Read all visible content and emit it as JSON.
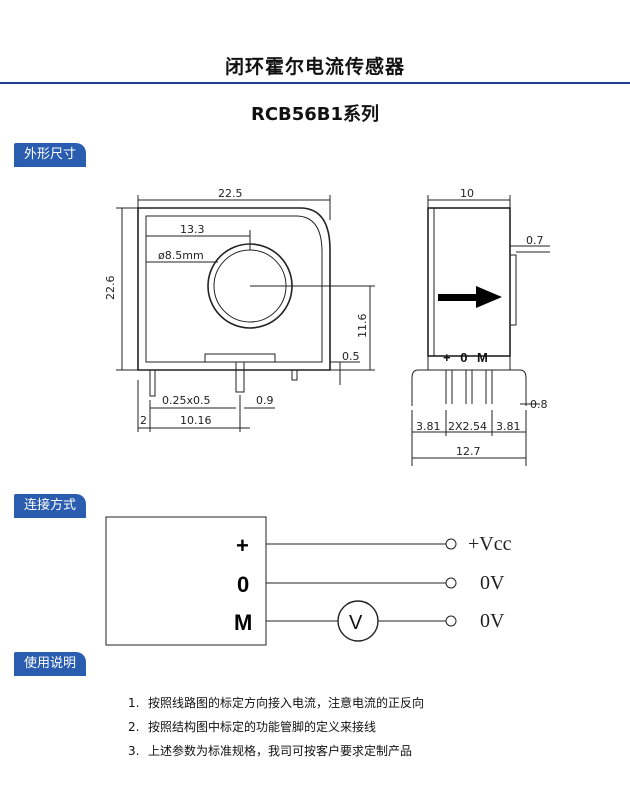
{
  "header": {
    "title": "闭环霍尔电流传感器",
    "series": "RCB56B1系列"
  },
  "sections": {
    "outline": "外形尺寸",
    "connection": "连接方式",
    "usage": "使用说明"
  },
  "front_view": {
    "width": "22.5",
    "height": "22.6",
    "hole_offset": "13.3",
    "hole_dia": "ø8.5mm",
    "hole_height": "11.6",
    "pin_len": "0.5",
    "pin_section": "0.25x0.5",
    "pin_gap": "0.9",
    "pin_edge": "2",
    "pin_span": "10.16"
  },
  "side_view": {
    "depth": "10",
    "tab": "0.7",
    "pins_label": "+ 0 M",
    "pin_dia": "0.8",
    "edge_left": "3.81",
    "pitch": "2X2.54",
    "edge_right": "3.81",
    "total": "12.7"
  },
  "wiring": {
    "pins": [
      "+",
      "0",
      "M"
    ],
    "outputs": [
      "+Vcc",
      "0V",
      "0V"
    ],
    "meter": "V"
  },
  "notes": [
    {
      "num": "1.",
      "text": "按照线路图的标定方向接入电流，注意电流的正反向"
    },
    {
      "num": "2.",
      "text": "按照结构图中标定的功能管脚的定义来接线"
    },
    {
      "num": "3.",
      "text": "上述参数为标准规格，我司可按客户要求定制产品"
    }
  ]
}
